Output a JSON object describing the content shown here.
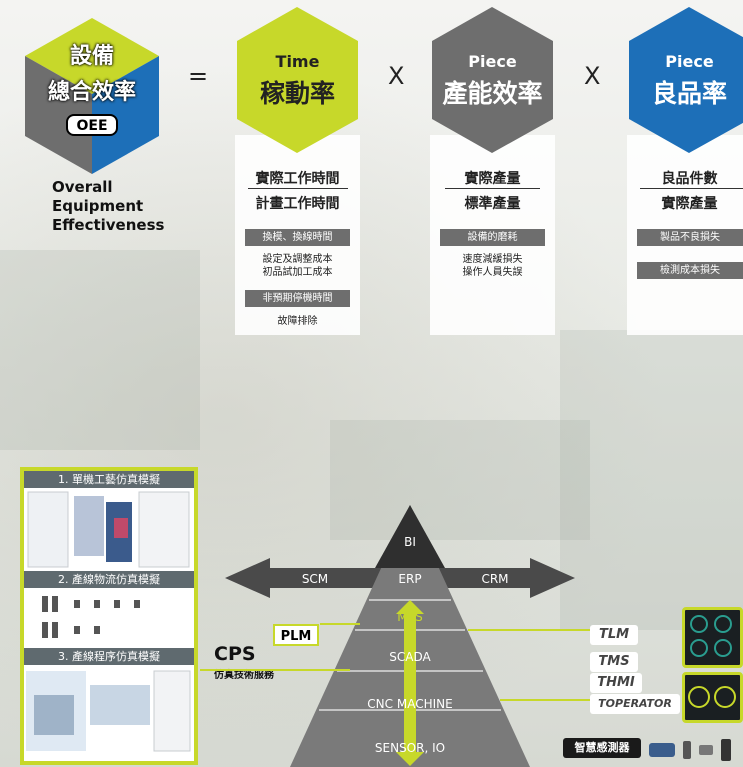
{
  "oee": {
    "title_line1": "設備",
    "title_line2": "總合效率",
    "abbr": "OEE",
    "english_line1": "Overall",
    "english_line2": "Equipment",
    "english_line3": "Effectiveness"
  },
  "operators": {
    "equals": "=",
    "times1": "X",
    "times2": "X"
  },
  "factors": [
    {
      "en": "Time",
      "zh": "稼動率",
      "numerator": "實際工作時間",
      "denominator": "計畫工作時間",
      "tags": [
        "換模、換線時間",
        "非預期停機時間"
      ],
      "notes": [
        "設定及調整成本",
        "初品試加工成本",
        "故障排除"
      ]
    },
    {
      "en": "Piece",
      "zh": "產能效率",
      "numerator": "實際產量",
      "denominator": "標準產量",
      "tags": [
        "設備的磨耗"
      ],
      "notes": [
        "速度減緩損失",
        "操作人員失誤"
      ]
    },
    {
      "en": "Piece",
      "zh": "良品率",
      "numerator": "良品件數",
      "denominator": "實際產量",
      "tags": [
        "製品不良損失",
        "檢測成本損失"
      ],
      "notes": []
    }
  ],
  "simulation": {
    "headers": [
      "1. 單機工藝仿真模擬",
      "2. 產線物流仿真模擬",
      "3. 產線程序仿真模擬"
    ]
  },
  "cps": {
    "title": "CPS",
    "subtitle": "仿真技術服務"
  },
  "plm": "PLM",
  "pyramid": {
    "levels": [
      "BI",
      "ERP",
      "MES",
      "SCADA",
      "CNC MACHINE",
      "SENSOR, IO"
    ],
    "left_arrow": "SCM",
    "right_arrow": "CRM"
  },
  "right_products": {
    "tlm": "TLM",
    "tms": "TMS",
    "thmi": "THMI",
    "toperator": "TOPERATOR",
    "sensor": "智慧感測器"
  },
  "colors": {
    "lime": "#c7d82a",
    "blue": "#1d6fb8",
    "gray": "#6e6e6e",
    "dark": "#4a4a4a"
  }
}
